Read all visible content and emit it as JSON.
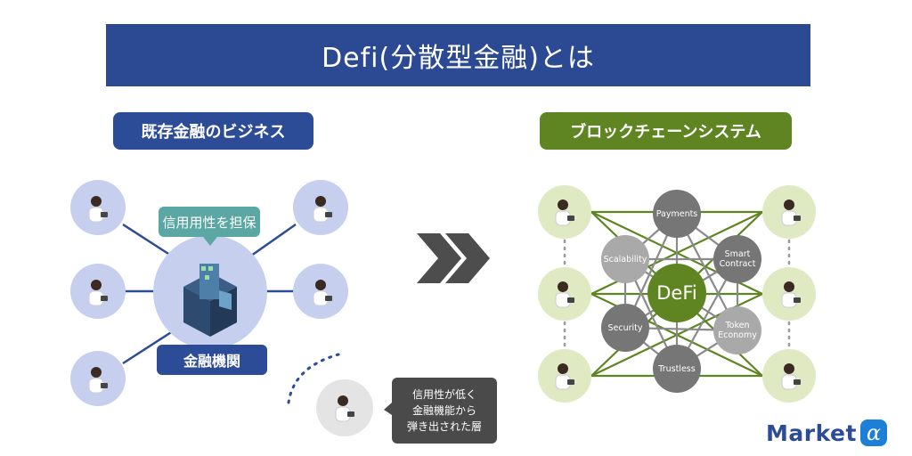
{
  "title": "Defi(分散型金融)とは",
  "left": {
    "heading": "既存金融のビジネス",
    "assurance_label": "信用用性を担保",
    "institution_label": "金融機関",
    "excluded_note_lines": [
      "信用性が低く",
      "金融機能から",
      "弾き出された層"
    ]
  },
  "right": {
    "heading": "ブロックチェーンシステム",
    "center_label": "DeFi",
    "nodes": [
      "Payments",
      "Smart Contract",
      "Token Economy",
      "Trustless",
      "Security",
      "Scalability"
    ]
  },
  "logo": {
    "text": "Market",
    "mark": "α"
  },
  "colors": {
    "navy": "#2b4a93",
    "green": "#5e8521",
    "teal": "#5ba7a3",
    "node_gray": "#767676"
  }
}
